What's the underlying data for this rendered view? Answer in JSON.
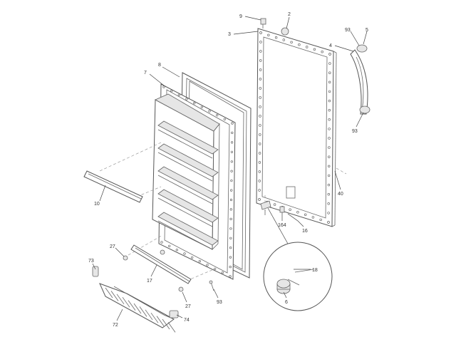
{
  "callouts": [
    {
      "key": "c9",
      "text": "9"
    },
    {
      "key": "c2",
      "text": "2"
    },
    {
      "key": "c3",
      "text": "3"
    },
    {
      "key": "c93a",
      "text": "93"
    },
    {
      "key": "c5",
      "text": "5"
    },
    {
      "key": "c4",
      "text": "4"
    },
    {
      "key": "c8",
      "text": "8"
    },
    {
      "key": "c7",
      "text": "7"
    },
    {
      "key": "c93b",
      "text": "93"
    },
    {
      "key": "c40",
      "text": "40"
    },
    {
      "key": "c10",
      "text": "10"
    },
    {
      "key": "c164",
      "text": "164"
    },
    {
      "key": "c16",
      "text": "16"
    },
    {
      "key": "c27a",
      "text": "27"
    },
    {
      "key": "c18",
      "text": "18"
    },
    {
      "key": "c73",
      "text": "73"
    },
    {
      "key": "c17",
      "text": "17"
    },
    {
      "key": "c6",
      "text": "6"
    },
    {
      "key": "c27b",
      "text": "27"
    },
    {
      "key": "c93c",
      "text": "93"
    },
    {
      "key": "c72",
      "text": "72"
    },
    {
      "key": "c74",
      "text": "74"
    }
  ],
  "labels": {
    "c9": "9",
    "c2": "2",
    "c3": "3",
    "c93a": "93",
    "c5": "5",
    "c4": "4",
    "c8": "8",
    "c7": "7",
    "c93b": "93",
    "c40": "40",
    "c10": "10",
    "c164": "164",
    "c16": "16",
    "c27a": "27",
    "c18": "18",
    "c73": "73",
    "c17": "17",
    "c6": "6",
    "c27b": "27",
    "c93c": "93",
    "c72": "72",
    "c74": "74"
  }
}
